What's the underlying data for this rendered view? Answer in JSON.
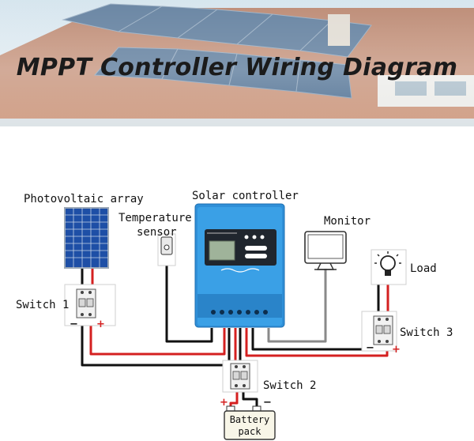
{
  "banner": {
    "title": "MPPT Controller Wiring Diagram"
  },
  "labels": {
    "pv_array": "Photovoltaic array",
    "solar_controller": "Solar controller",
    "temp_sensor_line1": "Temperature",
    "temp_sensor_line2": "sensor",
    "monitor": "Monitor",
    "load": "Load",
    "switch1": "Switch 1",
    "switch2": "Switch 2",
    "switch3": "Switch 3",
    "battery_line1": "Battery",
    "battery_line2": "pack"
  },
  "polarity": {
    "minus": "−",
    "plus": "+"
  },
  "colors": {
    "positive_wire": "#d42020",
    "negative_wire": "#111111",
    "monitor_wire": "#8a8a8a",
    "controller_blue": "#2f8fd8"
  }
}
